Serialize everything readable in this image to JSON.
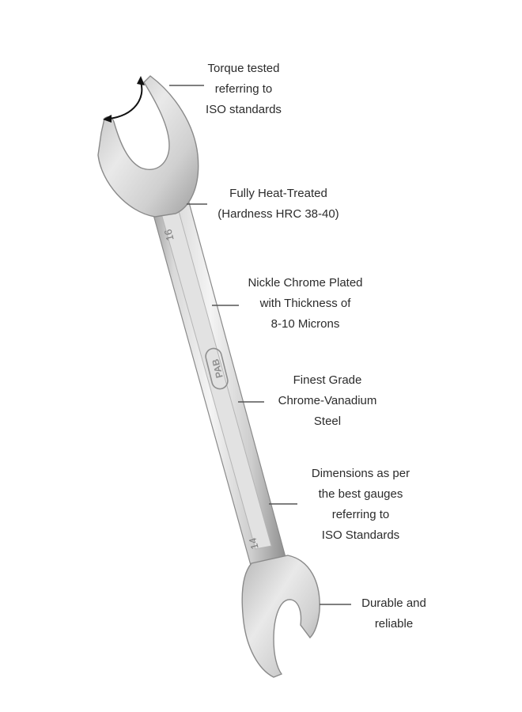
{
  "colors": {
    "background": "#ffffff",
    "label_text": "#2b2b2b",
    "leader_line": "#555555",
    "steel_light": "#f2f2f2",
    "steel_mid": "#cfcfcf",
    "steel_dark": "#8c8c8c"
  },
  "wrench": {
    "size_top": "16",
    "size_bottom": "14",
    "brand_mark": "PAB"
  },
  "callouts": [
    {
      "lines": [
        "Torque tested",
        "referring to",
        "ISO standards"
      ]
    },
    {
      "lines": [
        "Fully Heat-Treated",
        "(Hardness HRC 38-40)"
      ]
    },
    {
      "lines": [
        "Nickle Chrome Plated",
        "with Thickness of",
        "8-10 Microns"
      ]
    },
    {
      "lines": [
        "Finest Grade",
        "Chrome-Vanadium",
        "Steel"
      ]
    },
    {
      "lines": [
        "Dimensions as per",
        "the best gauges",
        "referring to",
        "ISO Standards"
      ]
    },
    {
      "lines": [
        "Durable and",
        "reliable"
      ]
    }
  ]
}
